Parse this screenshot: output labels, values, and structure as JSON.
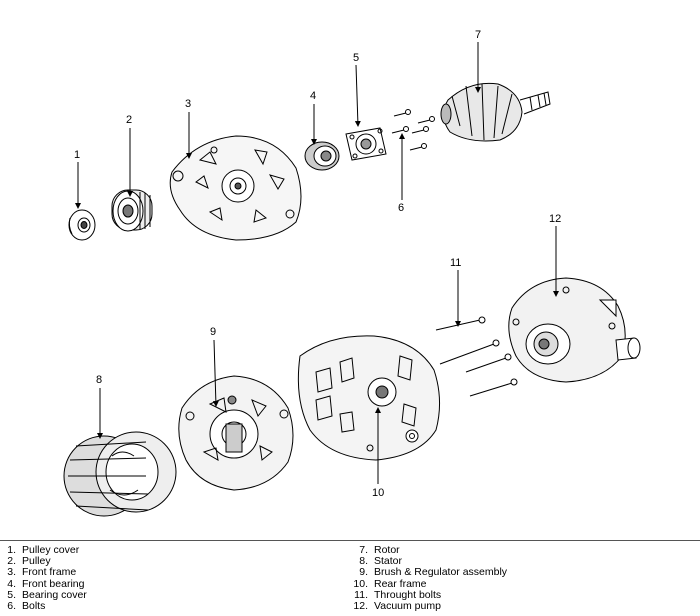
{
  "callouts": {
    "c1": "1",
    "c2": "2",
    "c3": "3",
    "c4": "4",
    "c5": "5",
    "c6": "6",
    "c7": "7",
    "c8": "8",
    "c9": "9",
    "c10": "10",
    "c11": "11",
    "c12": "12"
  },
  "legend": {
    "left": [
      {
        "num": "1.",
        "text": "Pulley cover"
      },
      {
        "num": "2.",
        "text": "Pulley"
      },
      {
        "num": "3.",
        "text": "Front frame"
      },
      {
        "num": "4.",
        "text": "Front bearing"
      },
      {
        "num": "5.",
        "text": "Bearing cover"
      },
      {
        "num": "6.",
        "text": "Bolts"
      }
    ],
    "right": [
      {
        "num": "7.",
        "text": "Rotor"
      },
      {
        "num": "8.",
        "text": "Stator"
      },
      {
        "num": "9.",
        "text": "Brush & Regulator assembly"
      },
      {
        "num": "10.",
        "text": "Rear frame"
      },
      {
        "num": "11.",
        "text": "Throught bolts"
      },
      {
        "num": "12.",
        "text": "Vacuum pump"
      }
    ]
  }
}
